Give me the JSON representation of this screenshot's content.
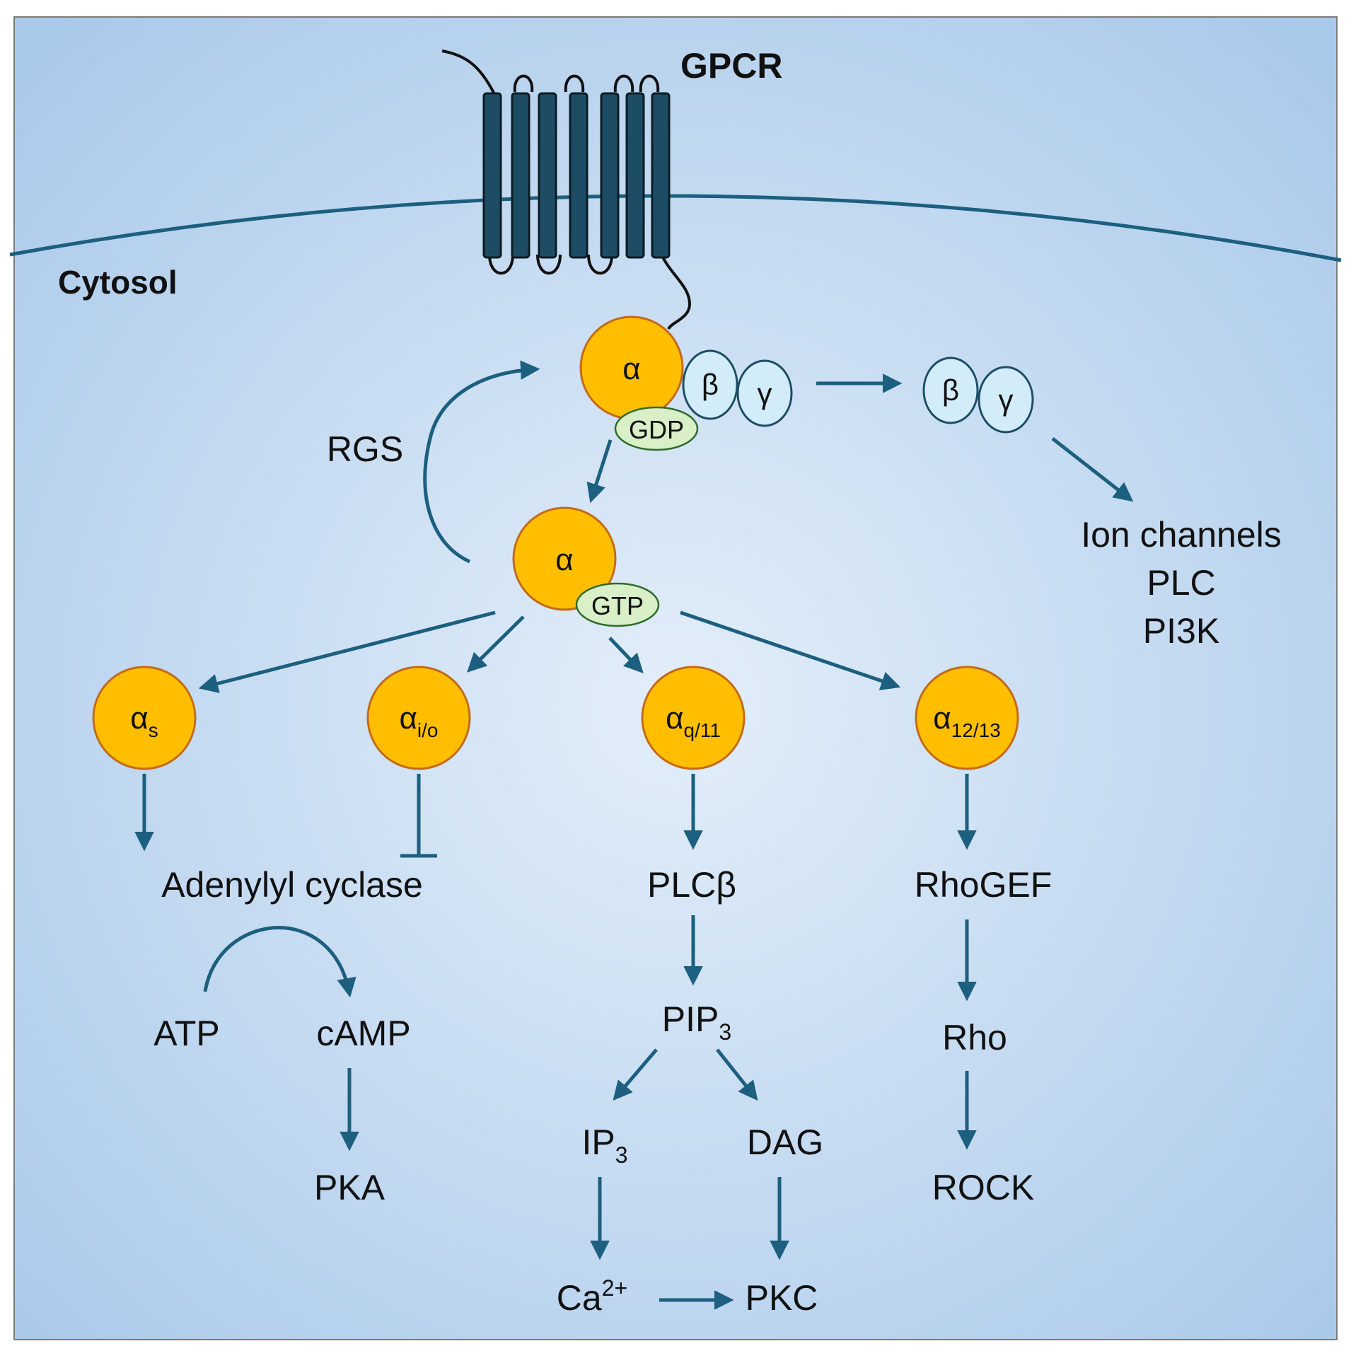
{
  "labels": {
    "gpcr": "GPCR",
    "cytosol": "Cytosol",
    "rgs": "RGS",
    "alpha": "α",
    "beta": "β",
    "gamma": "γ",
    "gdp": "GDP",
    "gtp": "GTP",
    "ion_channels": "Ion channels",
    "plc": "PLC",
    "pi3k": "PI3K",
    "adenylyl_cyclase": "Adenylyl cyclase",
    "atp": "ATP",
    "camp": "cAMP",
    "pka": "PKA",
    "plcb": "PLCβ",
    "pip_main": "PIP",
    "pip_sub": "3",
    "ip_main": "IP",
    "ip_sub": "3",
    "dag": "DAG",
    "ca_main": "Ca",
    "ca_sup": "2+",
    "pkc": "PKC",
    "rhogef": "RhoGEF",
    "rho": "Rho",
    "rock": "ROCK"
  },
  "subunits": [
    {
      "main": "α",
      "sub": "s"
    },
    {
      "main": "α",
      "sub": "i/o"
    },
    {
      "main": "α",
      "sub": "q/11"
    },
    {
      "main": "α",
      "sub": "12/13"
    }
  ],
  "colors": {
    "background_center": "#e3eef9",
    "background_edge": "#a9c9ea",
    "membrane": "#1c5f7e",
    "receptor": "#1d4d64",
    "alpha_fill": "#ffbf00",
    "alpha_stroke": "#c46a1a",
    "beta_gamma_fill": "#d2ecfa",
    "nucleotide_fill": "#d8efc8",
    "arrow": "#1c5f7e"
  }
}
